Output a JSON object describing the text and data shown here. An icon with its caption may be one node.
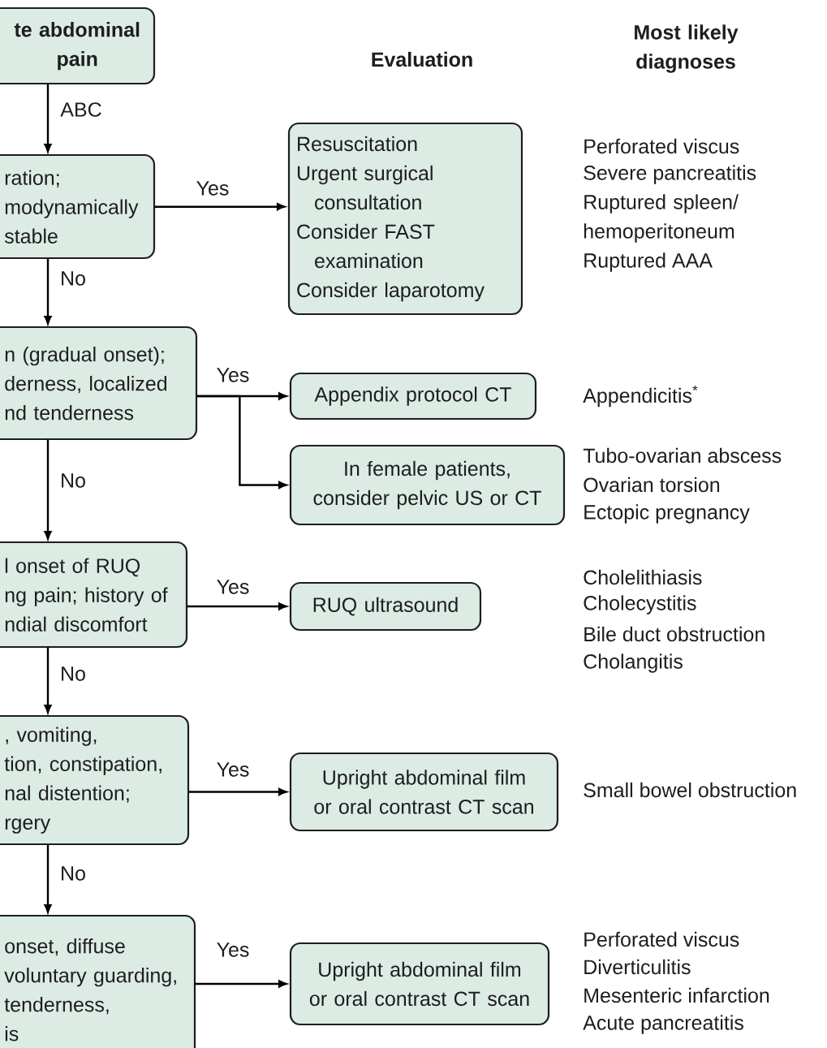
{
  "diagram": {
    "nodes": [
      {
        "text": [
          "te abdominal pain"
        ]
      },
      {
        "text": [
          "ration;",
          "modynamically",
          "stable"
        ]
      },
      {
        "text": [
          "n (gradual onset);",
          "derness, localized",
          "nd tenderness"
        ]
      },
      {
        "text": [
          "l onset of RUQ",
          "ng pain; history of",
          "ndial discomfort"
        ]
      },
      {
        "text": [
          ", vomiting,",
          "tion, constipation,",
          "nal distention;",
          "rgery"
        ]
      },
      {
        "text": [
          "onset, diffuse",
          "voluntary guarding,",
          "tenderness,",
          "is"
        ]
      },
      {
        "text": [
          "Resuscitation",
          "Urgent surgical consultation",
          "Consider FAST examination",
          "Consider laparotomy"
        ]
      },
      {
        "text": [
          "Appendix protocol CT"
        ]
      },
      {
        "text": [
          "In female patients, consider pelvic US or CT"
        ]
      },
      {
        "text": [
          "RUQ ultrasound"
        ]
      },
      {
        "text": [
          "Upright abdominal film or oral contrast CT scan"
        ]
      },
      {
        "text": [
          "Upright abdominal film or oral contrast CT scan"
        ]
      }
    ],
    "edges": [
      {
        "from": 0,
        "to": 1,
        "arrow": "to",
        "label": "ABC"
      },
      {
        "from": 1,
        "to": 6,
        "arrow": "to",
        "label": "Yes"
      },
      {
        "from": 1,
        "to": 2,
        "arrow": "to",
        "label": "No"
      },
      {
        "from": 2,
        "to": 7,
        "arrow": "to",
        "label": "Yes"
      },
      {
        "from": 2,
        "to": 8,
        "arrow": "to"
      },
      {
        "from": 2,
        "to": 3,
        "arrow": "to",
        "label": "No"
      },
      {
        "from": 3,
        "to": 9,
        "arrow": "to",
        "label": "Yes"
      },
      {
        "from": 3,
        "to": 4,
        "arrow": "to",
        "label": "No"
      },
      {
        "from": 4,
        "to": 10,
        "arrow": "to",
        "label": "Yes"
      },
      {
        "from": 4,
        "to": 5,
        "arrow": "to",
        "label": "No"
      },
      {
        "from": 5,
        "to": 11,
        "arrow": "to",
        "label": "Yes"
      }
    ],
    "labels": [
      "Evaluation",
      "Most likely diagnoses",
      "Perforated viscus",
      "Severe pancreatitis",
      "Ruptured spleen/ hemoperitoneum",
      "Ruptured AAA",
      "Appendicitis$^{*}$",
      "Tubo-ovarian abscess",
      "Ovarian torsion",
      "Ectopic pregnancy",
      "Cholelithiasis",
      "Cholecystitis",
      "Bile duct obstruction",
      "Cholangitis",
      "Small bowel obstruction",
      "Perforated viscus",
      "Diverticulitis",
      "Mesenteric infarction",
      "Acute pancreatitis"
    ]
  }
}
